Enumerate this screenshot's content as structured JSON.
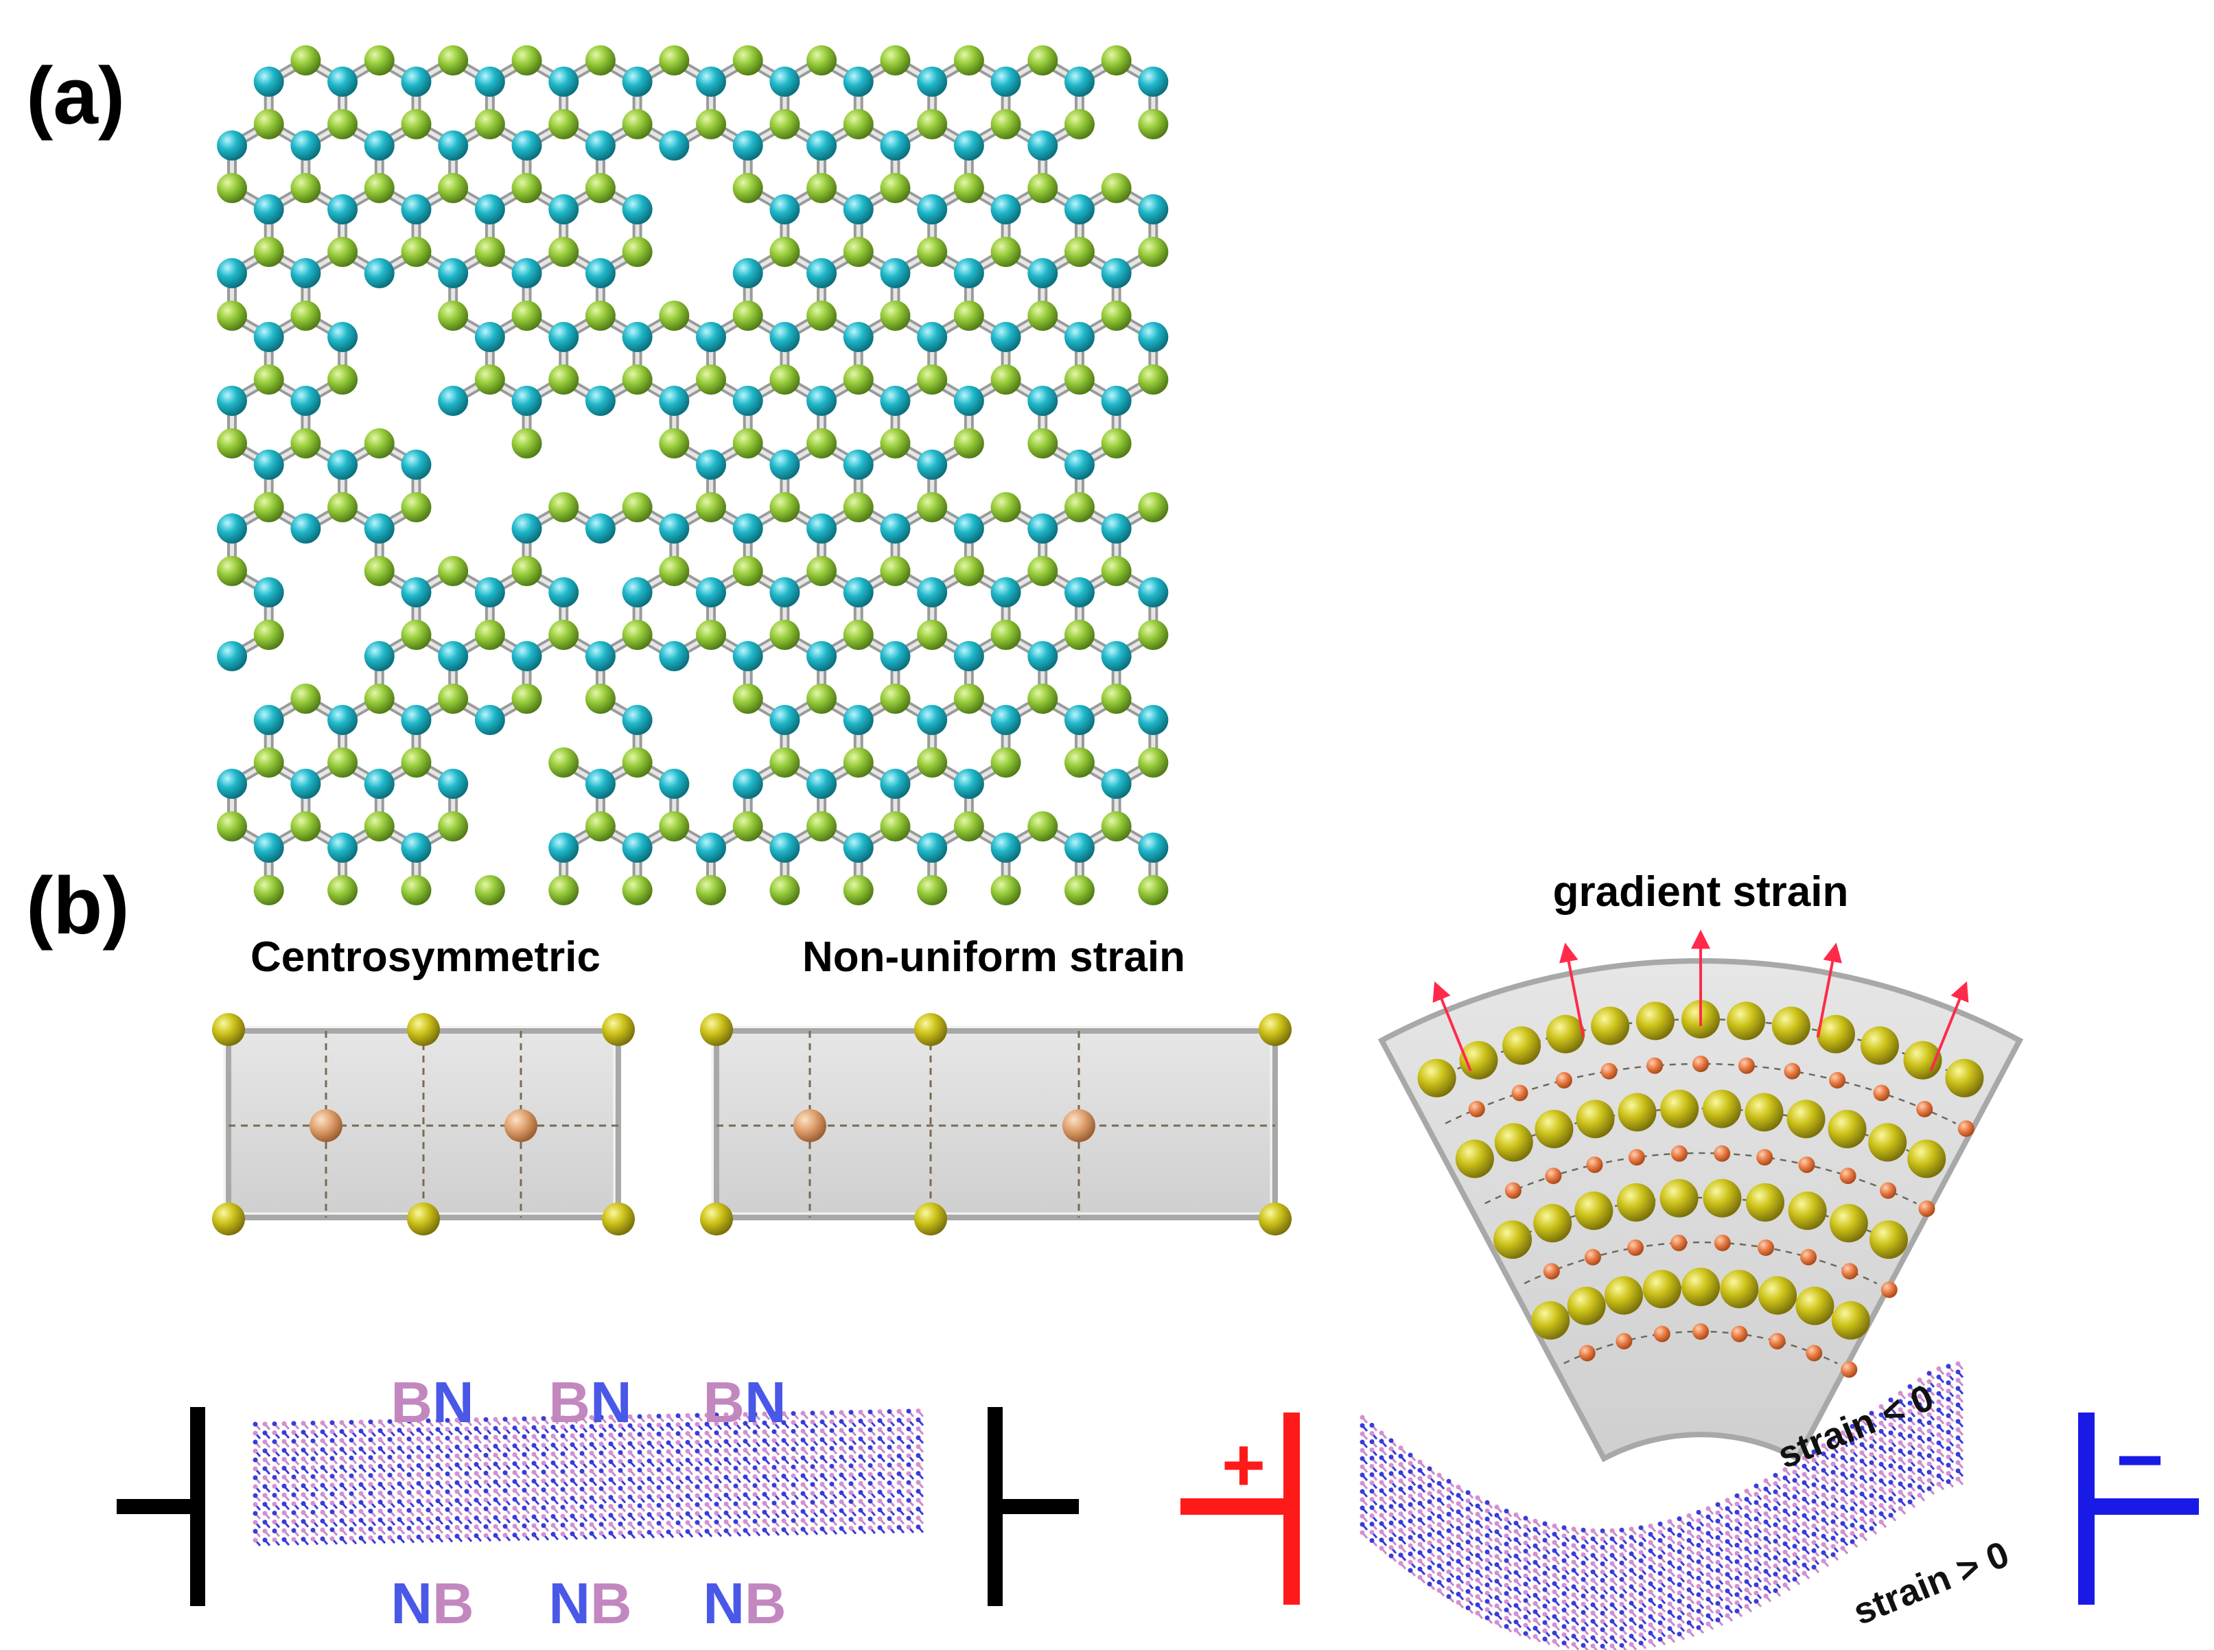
{
  "panels": {
    "a": {
      "label": "(a)"
    },
    "b": {
      "label": "(b)",
      "cell_centro": {
        "title": "Centrosymmetric"
      },
      "cell_nonuniform": {
        "title": "Non-uniform strain"
      },
      "cell_gradient": {
        "title": "gradient strain"
      },
      "flat_layer": {
        "top_labels": [
          [
            "B",
            "N"
          ],
          [
            "B",
            "N"
          ],
          [
            "B",
            "N"
          ]
        ],
        "bottom_labels": [
          [
            "N",
            "B"
          ],
          [
            "N",
            "B"
          ],
          [
            "N",
            "B"
          ]
        ]
      },
      "bent_layer": {
        "strain_top": "strain < 0",
        "strain_bottom": "strain > 0",
        "plus_sign": "+",
        "minus_sign": "−"
      }
    }
  },
  "colors": {
    "boron_atom": "#8cc63f",
    "nitrogen_atom": "#17b5c6",
    "bond": "#c8c8c8",
    "cell_fill": "#d9d9d9",
    "corner_atom": "#c8c21a",
    "center_atom": "#e0a070",
    "small_atom": "#e8804a",
    "arrow": "#ff2a4a",
    "label_pink": "#c387c0",
    "label_blue": "#4a58e8",
    "electrode_black": "#000000",
    "electrode_red": "#ff1a1a",
    "electrode_blue": "#1a1ae6"
  }
}
